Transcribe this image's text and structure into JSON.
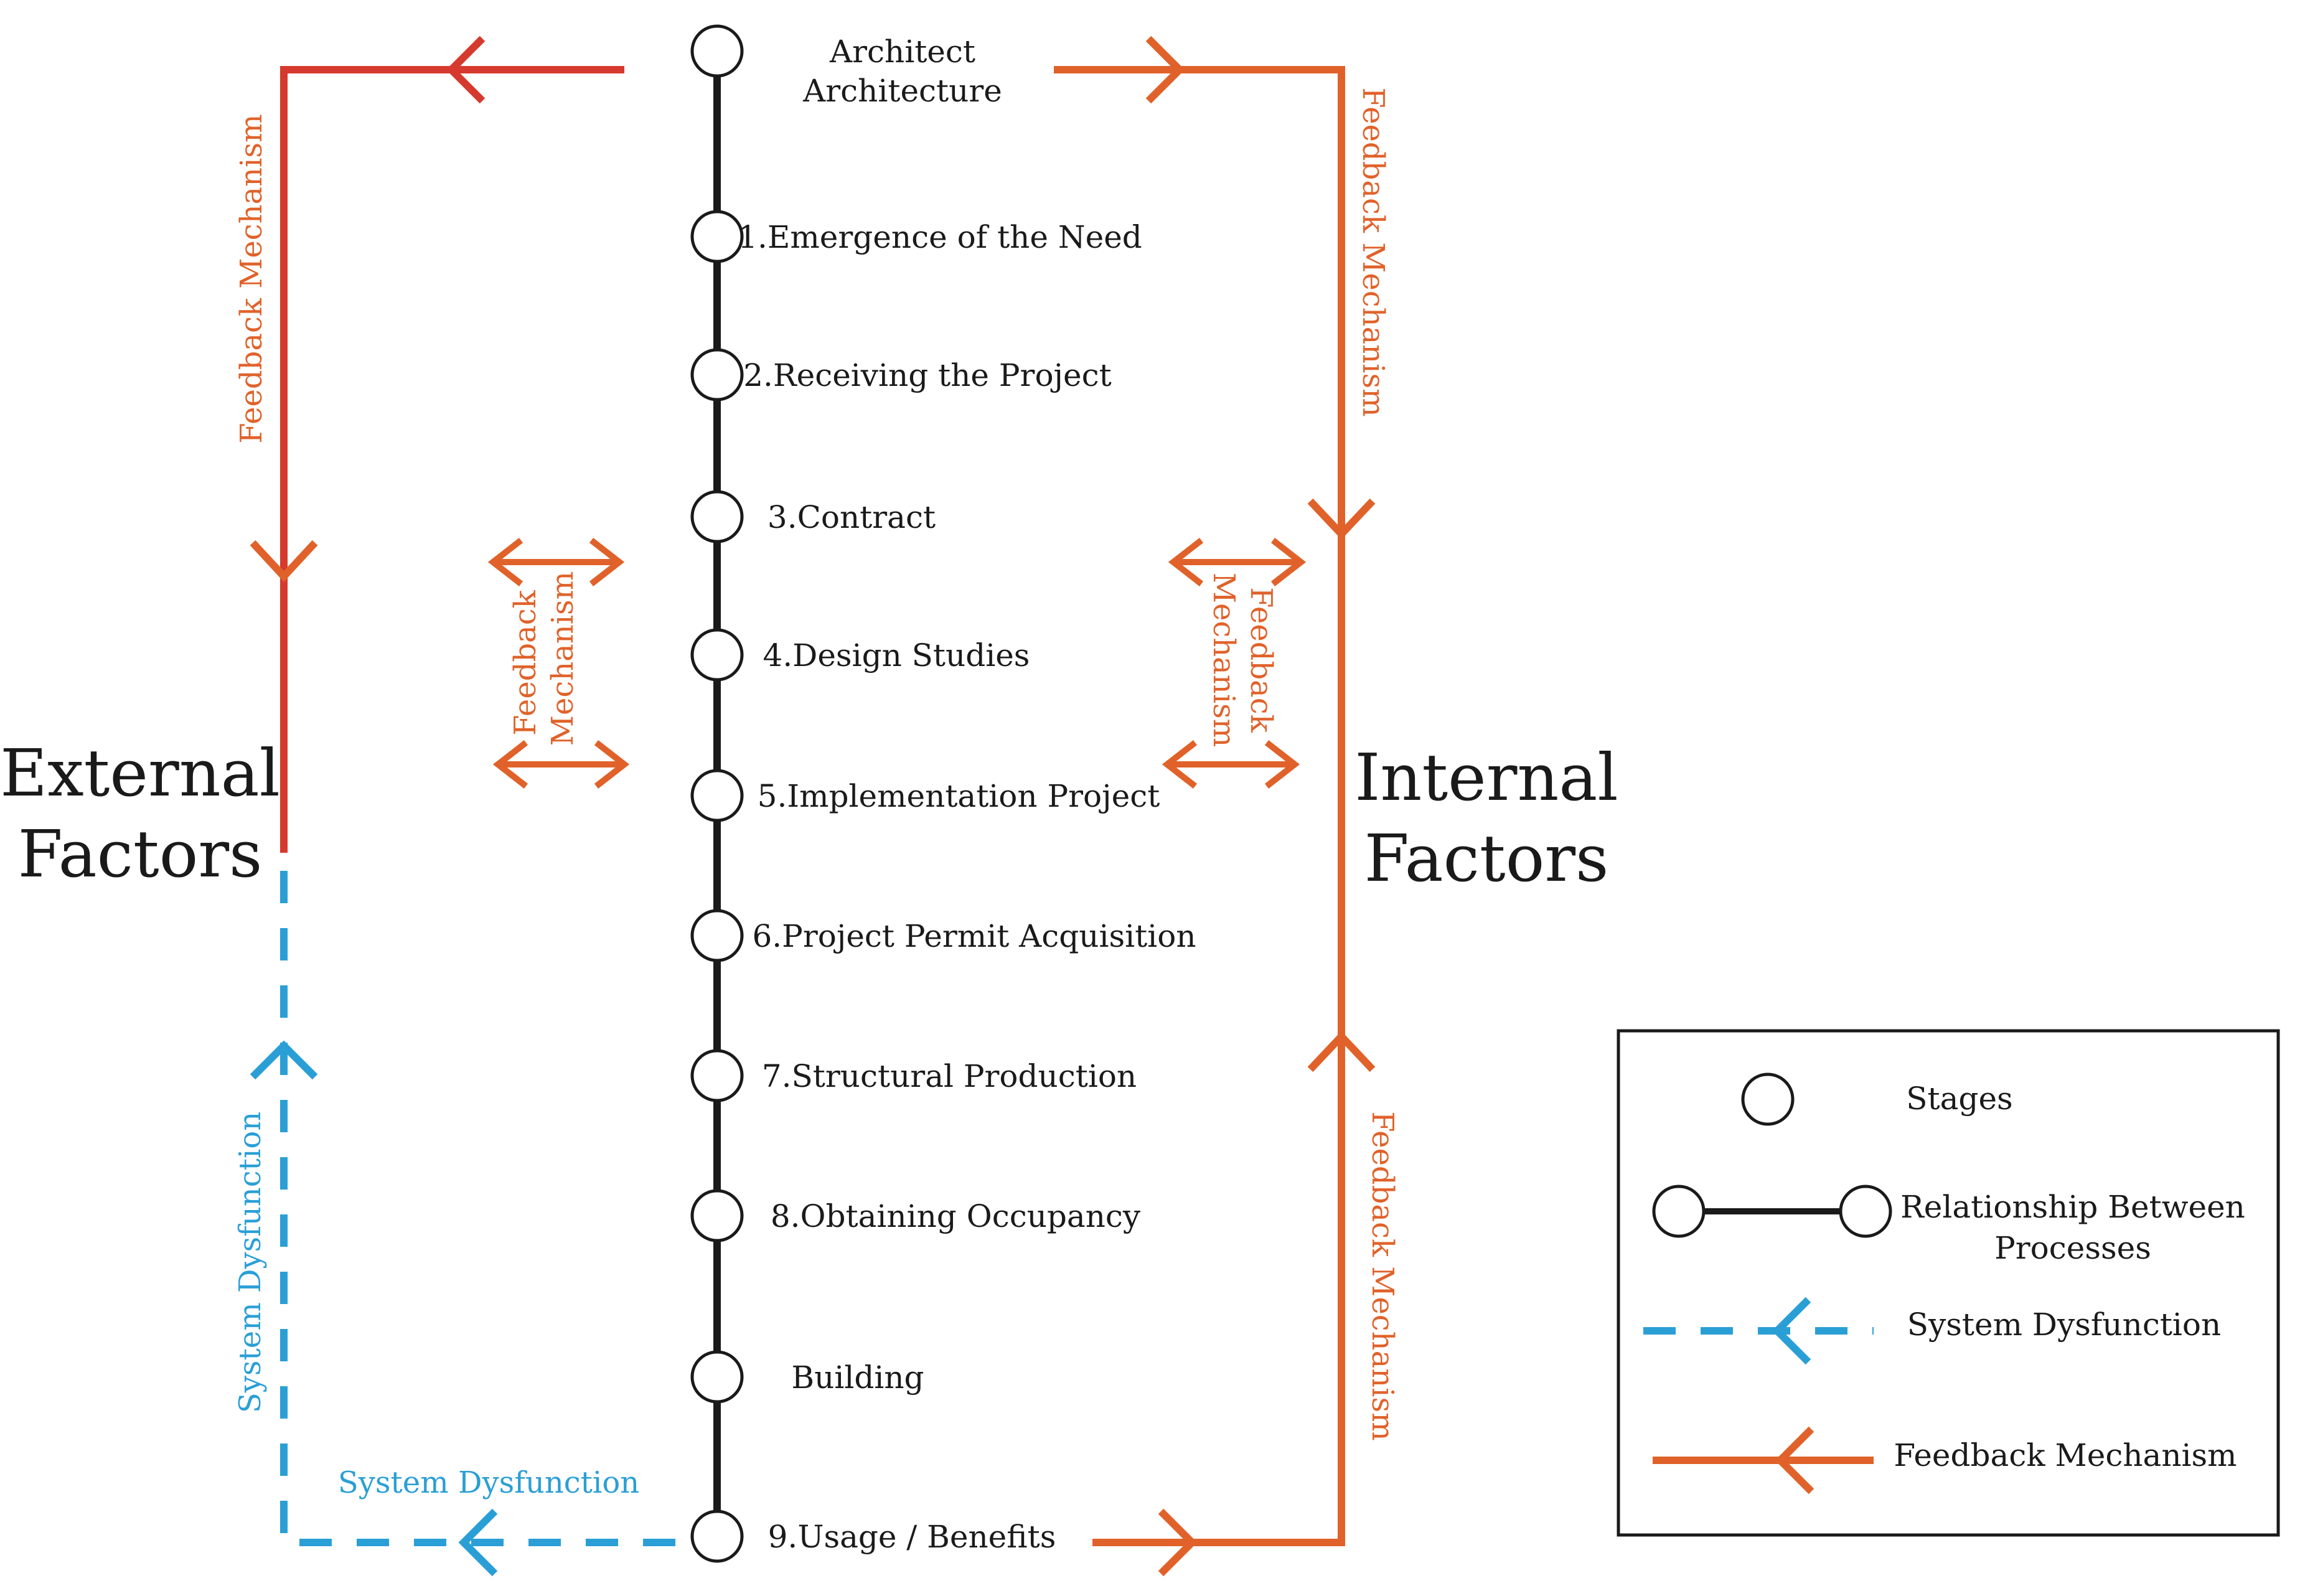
{
  "colors": {
    "spine": "#1a1a1a",
    "feedback_orange": "#e0622a",
    "feedback_red": "#d63a2e",
    "dysfunction_blue": "#2a9fd6",
    "node_fill": "#ffffff"
  },
  "stages": [
    {
      "line1": "Architect",
      "line2": "Architecture"
    },
    {
      "line1": "1.Emergence of the Need"
    },
    {
      "line1": "2.Receiving the Project"
    },
    {
      "line1": "3.Contract"
    },
    {
      "line1": "4.Design Studies"
    },
    {
      "line1": "5.Implementation Project"
    },
    {
      "line1": "6.Project Permit Acquisition"
    },
    {
      "line1": "7.Structural Production"
    },
    {
      "line1": "8.Obtaining Occupancy"
    },
    {
      "line1": "Building"
    },
    {
      "line1": "9.Usage / Benefits"
    }
  ],
  "factors": {
    "external": {
      "line1": "External",
      "line2": "Factors"
    },
    "internal": {
      "line1": "Internal",
      "line2": "Factors"
    }
  },
  "flow_labels": {
    "left_feedback": "Feedback Mechanism",
    "left_inner_line1": "Feedback",
    "left_inner_line2": "Mechanism",
    "right_inner_line1": "Feedback",
    "right_inner_line2": "Mechanism",
    "right_upper_feedback": "Feedback Mechanism",
    "right_lower_feedback": "Feedback Mechanism",
    "system_dysfunction_vertical": "System Dysfunction",
    "system_dysfunction_horizontal": "System Dysfunction"
  },
  "legend": {
    "stages": "Stages",
    "relationship_line1": "Relationship Between",
    "relationship_line2": "Processes",
    "system_dysfunction": "System Dysfunction",
    "feedback_mechanism": "Feedback Mechanism"
  }
}
